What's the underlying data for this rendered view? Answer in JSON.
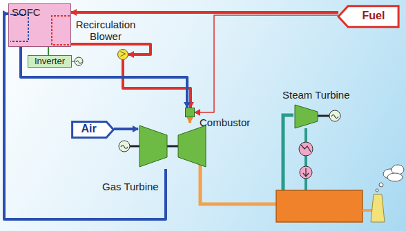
{
  "diagram": {
    "nodes": [
      {
        "text": [
          "SOFC"
        ]
      },
      {
        "text": [
          "Recirculation Blower"
        ]
      },
      {
        "text": [
          "Fuel"
        ]
      },
      {
        "text": [
          "Inverter"
        ]
      },
      {
        "text": [
          "Air"
        ]
      },
      {
        "text": [
          "Combustor"
        ]
      },
      {
        "text": [
          "Gas Turbine"
        ]
      },
      {
        "text": [
          "Steam Turbine"
        ]
      }
    ],
    "edges": [
      {
        "from": 2,
        "to": 0,
        "arrow": "to"
      },
      {
        "from": 2,
        "to": 5,
        "arrow": "to"
      },
      {
        "from": 0,
        "to": 1,
        "arrow": "to"
      },
      {
        "from": 1,
        "to": 5,
        "arrow": "to"
      },
      {
        "from": 0,
        "to": 5,
        "arrow": "to"
      },
      {
        "from": 0,
        "to": 3,
        "arrow": "none"
      },
      {
        "from": 4,
        "to": 6,
        "arrow": "to"
      },
      {
        "from": 6,
        "to": 0,
        "arrow": "to"
      },
      {
        "from": 5,
        "to": 6,
        "arrow": "to"
      }
    ]
  }
}
